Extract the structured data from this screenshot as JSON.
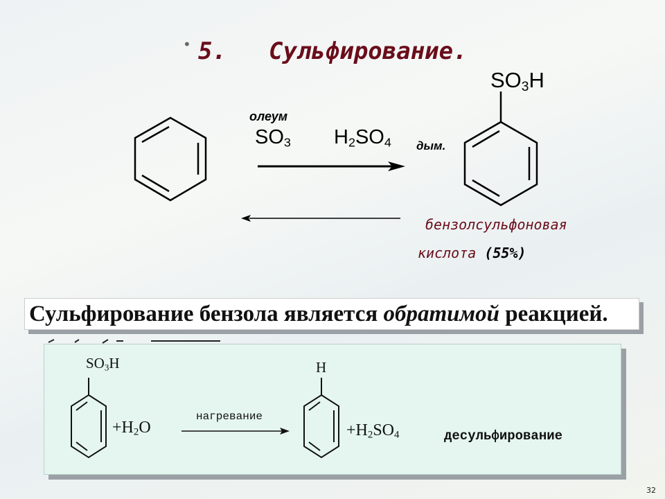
{
  "slide": {
    "bullet": "•",
    "title_number": "5.",
    "title_text": "Сульфирование.",
    "page_number": "32"
  },
  "reaction_top": {
    "reagent_label": "олеум",
    "reagent1": {
      "main": "SO",
      "sub": "3"
    },
    "reagent2": {
      "prefix": "H",
      "sub1": "2",
      "mid": "SO",
      "sub2": "4"
    },
    "reagent2_note": "дым.",
    "product_group": {
      "main": "SO",
      "sub": "3",
      "tail": "H"
    },
    "product_name_line1": "бензолсульфоновая",
    "product_name_line2": "кислота",
    "yield": "(55%)"
  },
  "banner": {
    "text_before": "Сульфирование бензола является ",
    "text_italic": "обратимой",
    "text_after": " реакцией."
  },
  "reaction_bottom": {
    "group_left": {
      "main": "SO",
      "sub": "3",
      "tail": "H"
    },
    "plus_left": "+",
    "water": {
      "main": "H",
      "sub": "2",
      "tail": "O"
    },
    "condition": "нагревание",
    "group_right": "H",
    "plus_right": "+",
    "acid": {
      "prefix": "H",
      "sub1": "2",
      "mid": "SO",
      "sub2": "4"
    },
    "process_name": "десульфирование"
  },
  "colors": {
    "title": "#6a0d1a",
    "panel_bg": "#e4f6ef",
    "banner_bg": "#ffffff"
  }
}
